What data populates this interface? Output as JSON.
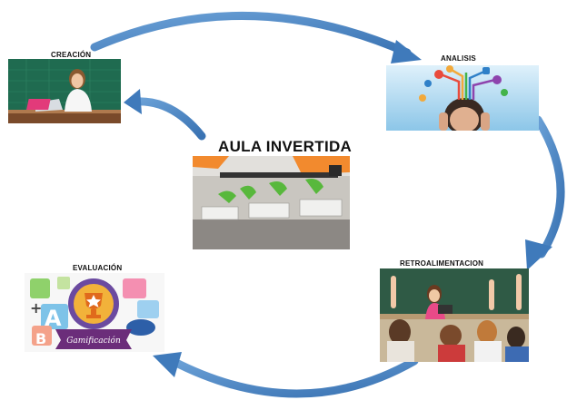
{
  "diagram": {
    "center": {
      "title": "AULA INVERTIDA",
      "image": "classroom-photo"
    },
    "nodes": [
      {
        "id": "creacion",
        "label": "CREACIÓN",
        "image": "teacher-at-laptop-photo"
      },
      {
        "id": "analisis",
        "label": "ANALISIS",
        "image": "thinking-head-icons-photo"
      },
      {
        "id": "retroalimentacion",
        "label": "RETROALIMENTACION",
        "image": "students-raising-hands-photo"
      },
      {
        "id": "evaluacion",
        "label": "EVALUACIÓN",
        "image": "gamification-badge-graphic",
        "badge_text": "Gamificación"
      }
    ],
    "cycle_direction": "clockwise",
    "arrow_color": "#4a86c5"
  }
}
